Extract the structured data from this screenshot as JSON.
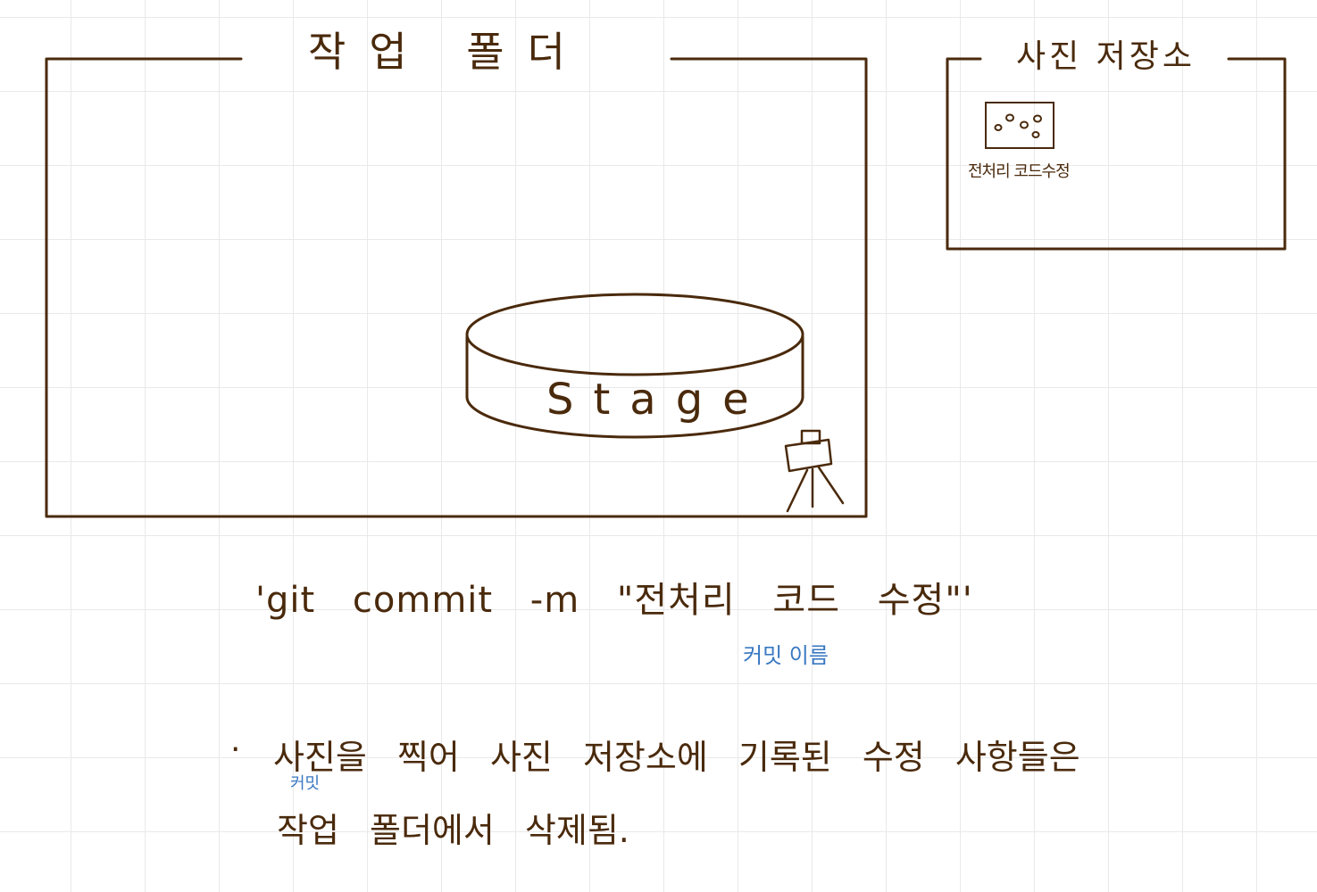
{
  "work_folder": {
    "title": "작업 폴더"
  },
  "stage": {
    "label": "Stage"
  },
  "photo_repo": {
    "title": "사진 저장소",
    "photo_caption": "전처리 코드수정"
  },
  "command": {
    "text": "'git commit -m \"전처리 코드 수정\"'",
    "annotation": "커밋 이름"
  },
  "note": {
    "bullet": "·",
    "line1": "사진을 찍어 사진 저장소에 기록된 수정 사항들은",
    "line1_annotation": "커밋",
    "line2": "작업 폴더에서 삭제됨."
  },
  "colors": {
    "ink": "#4a2a0c",
    "annotation_blue": "#3a78c2",
    "grid": "#e9e9e9"
  },
  "icons": {
    "camera": "camera-on-tripod-icon",
    "photo": "photo-thumbnail-icon"
  }
}
